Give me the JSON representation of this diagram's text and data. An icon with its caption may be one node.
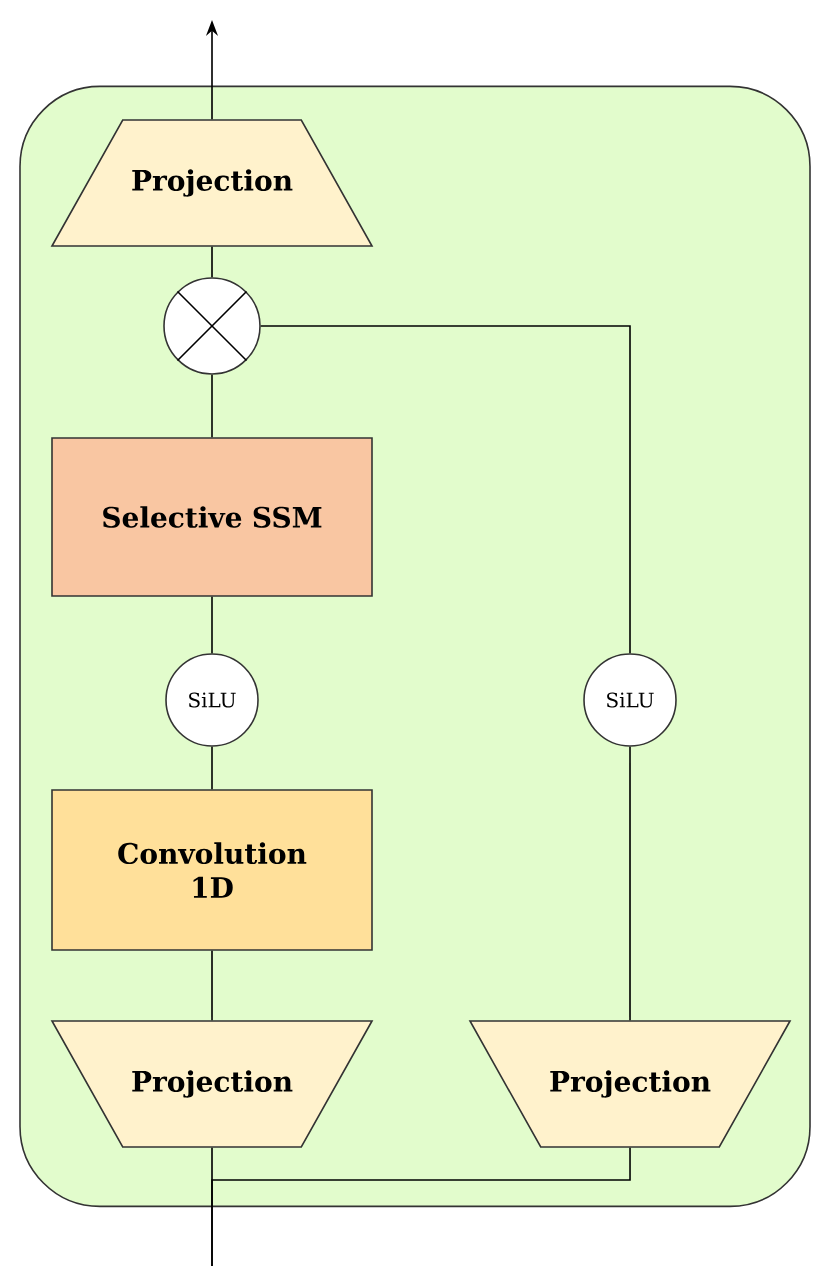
{
  "diagram": {
    "nodes": [
      {
        "text": [],
        "shape": "box"
      },
      {
        "text": [
          "Projection"
        ],
        "in": 0
      },
      {
        "text": [],
        "shape": "circle",
        "in": 0
      },
      {
        "text": [
          "Selective SSM"
        ],
        "in": 0
      },
      {
        "text": [
          "SiLU"
        ],
        "in": 0
      },
      {
        "text": [
          "Convolution 1D"
        ],
        "in": 0
      },
      {
        "text": [
          "Projection"
        ],
        "in": 0
      },
      {
        "text": [
          "Projection"
        ],
        "in": 0
      },
      {
        "text": [
          "SiLU"
        ],
        "in": 0
      }
    ],
    "edges": [
      {
        "from": null,
        "to": 6,
        "arrow": "none"
      },
      {
        "from": null,
        "to": 7,
        "arrow": "none"
      },
      {
        "from": 6,
        "to": 5,
        "arrow": "none"
      },
      {
        "from": 5,
        "to": 4,
        "arrow": "none"
      },
      {
        "from": 4,
        "to": 3,
        "arrow": "none"
      },
      {
        "from": 3,
        "to": 2,
        "arrow": "none"
      },
      {
        "from": 2,
        "to": 1,
        "arrow": "none"
      },
      {
        "from": 1,
        "to": null,
        "arrow": "to"
      },
      {
        "from": 7,
        "to": 8,
        "arrow": "none"
      },
      {
        "from": 8,
        "to": 2,
        "arrow": "none"
      }
    ]
  }
}
